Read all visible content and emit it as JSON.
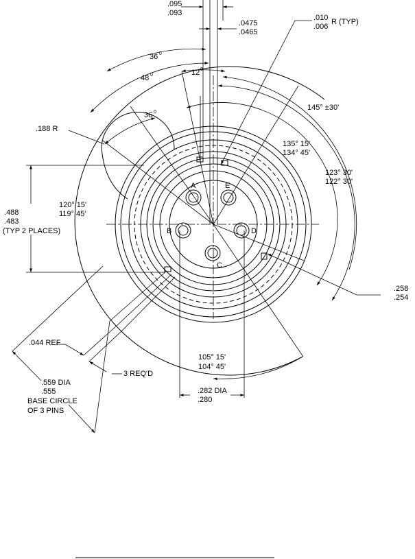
{
  "labels": {
    "d095": ".095",
    "d093": ".093",
    "d0475": ".0475",
    "d0465": ".0465",
    "d010": ".010",
    "d006": ".006",
    "r_typ": "R (TYP)",
    "a36": "36",
    "a48": "48",
    "a12": "12",
    "deg": "0",
    "a145": "145° ±30'",
    "a135": "135° 15'",
    "a134": "134° 45'",
    "a123": "123° 30'",
    "a122": "122° 30'",
    "r188": ".188  R",
    "a120": "120° 15'",
    "a119": "119° 45'",
    "d488": ".488",
    "d483": ".483",
    "typ2": "(TYP 2 PLACES)",
    "d258": ".258",
    "d254": ".254",
    "d044": ".044 REF",
    "a105": "105° 15'",
    "a104": "104° 45'",
    "req3": "3 REQ'D",
    "d559": ".559 DIA",
    "d555": ".555",
    "base": "BASE CIRCLE",
    "of3": "OF 3 PINS",
    "d282": ".282 DIA",
    "d280": ".280"
  },
  "pins": {
    "a": "A",
    "b": "B",
    "c": "C",
    "d": "D",
    "e": "E"
  }
}
